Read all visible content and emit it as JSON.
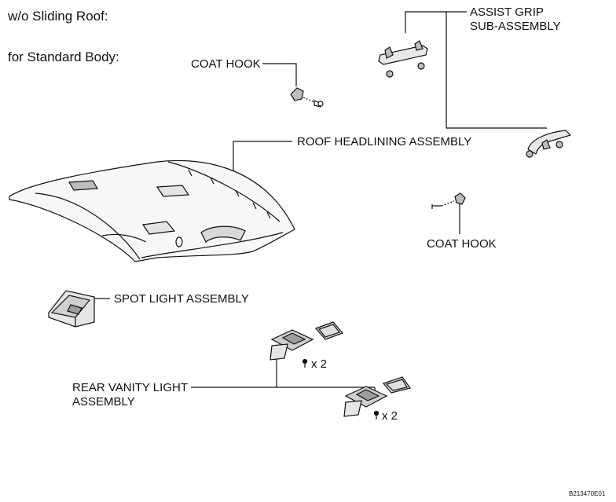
{
  "header": {
    "line1": "w/o Sliding Roof:",
    "line2": "for Standard Body:"
  },
  "labels": {
    "coat_hook_top": "COAT HOOK",
    "assist_grip_line1": "ASSIST GRIP",
    "assist_grip_line2": "SUB-ASSEMBLY",
    "roof_headlining": "ROOF HEADLINING ASSEMBLY",
    "coat_hook_right": "COAT HOOK",
    "spot_light": "SPOT LIGHT ASSEMBLY",
    "rear_vanity_line1": "REAR VANITY LIGHT",
    "rear_vanity_line2": "ASSEMBLY",
    "qty_upper": "x 2",
    "qty_lower": "x 2"
  },
  "figure_code": "B213470E01",
  "colors": {
    "ink": "#111111",
    "background": "#ffffff",
    "shade": "#bdbdbd"
  }
}
